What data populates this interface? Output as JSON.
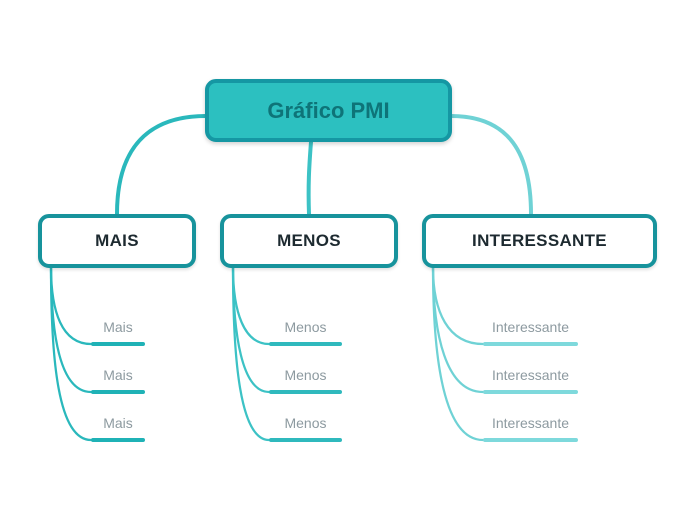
{
  "root": {
    "label": "Gráfico PMI"
  },
  "branches": [
    {
      "label": "MAIS",
      "leaves": [
        "Mais",
        "Mais",
        "Mais"
      ]
    },
    {
      "label": "MENOS",
      "leaves": [
        "Menos",
        "Menos",
        "Menos"
      ]
    },
    {
      "label": "INTERESSANTE",
      "leaves": [
        "Interessante",
        "Interessante",
        "Interessante"
      ]
    }
  ],
  "colors": {
    "root-fill": "#2cc0c0",
    "root-border": "#1597a3",
    "root-text": "#0e7478",
    "child-border": "#17939c",
    "child-text": "#1d2a30",
    "leaf-text": "#8d9aa0",
    "branch1-line": "#2ab8bc",
    "branch1-underline": "#1fb2b6",
    "branch2-line": "#3cc2c5",
    "branch2-underline": "#2fb9bd",
    "branch3-line": "#6fd2d5",
    "branch3-underline": "#7ed9dc"
  }
}
